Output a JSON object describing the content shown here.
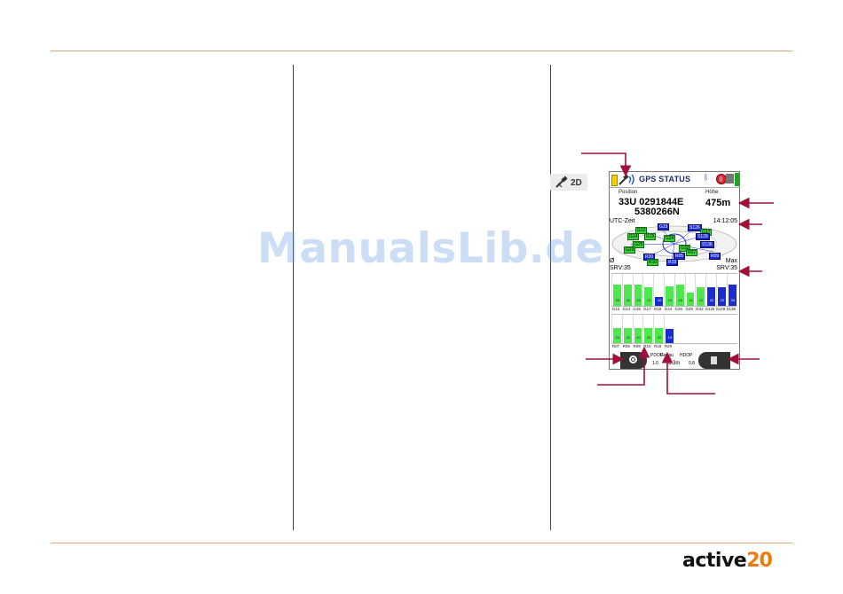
{
  "watermark": "ManualsLib.de",
  "brand": {
    "word": "active",
    "number": "20",
    "accent": "#ee7a10"
  },
  "fix_badge": {
    "label": "2D"
  },
  "device": {
    "title": "GPS STATUS",
    "position_label": "Position",
    "coord_line1": "33U  0291844E",
    "coord_line2": "5380266N",
    "height_label": "Höhe:",
    "height_value": "475m",
    "utc_label": "UTC-Zeit",
    "utc_time": "14:12:05",
    "min_label": "Ø",
    "max_label": "Max",
    "srv_left": "SRV:35",
    "srv_right": "SRV:35",
    "pdop_label": "PDOP",
    "hgen_label": "Genau",
    "hdop_label": "HDOP",
    "pdop_value": "1.0",
    "hgen_value": "3.3m",
    "hdop_value": "0.8"
  },
  "sky_sats": [
    {
      "id": "G1",
      "label": "G12",
      "color": "g"
    },
    {
      "id": "G2",
      "label": "G14",
      "color": "g"
    },
    {
      "id": "G3",
      "label": "G15",
      "color": "g"
    },
    {
      "id": "G4",
      "label": "G17",
      "color": "g"
    },
    {
      "id": "G5",
      "label": "G24",
      "color": "g"
    },
    {
      "id": "G6",
      "label": "G25",
      "color": "g"
    },
    {
      "id": "G7",
      "label": "G29",
      "color": "g"
    },
    {
      "id": "G8",
      "label": "G32",
      "color": "g"
    },
    {
      "id": "G9",
      "label": "R07",
      "color": "g"
    },
    {
      "id": "G10",
      "label": "R05",
      "color": "g"
    },
    {
      "id": "G11",
      "label": "R09",
      "color": "g"
    },
    {
      "id": "G12",
      "label": "R10",
      "color": "g"
    },
    {
      "id": "G13",
      "label": "R19",
      "color": "g"
    },
    {
      "id": "B1",
      "label": "G19",
      "color": "b"
    },
    {
      "id": "B2",
      "label": "S126",
      "color": "b"
    },
    {
      "id": "B3",
      "label": "S129",
      "color": "b"
    },
    {
      "id": "B4",
      "label": "S136",
      "color": "b"
    },
    {
      "id": "B5",
      "label": "R20",
      "color": "b"
    }
  ],
  "chart_data": [
    {
      "type": "bar",
      "categories": [
        "G12",
        "G14",
        "G15",
        "G17",
        "G19",
        "G24",
        "G25",
        "G29",
        "G32",
        "S126",
        "S129",
        "S136"
      ],
      "values": [
        25,
        25,
        25,
        22,
        10,
        23,
        25,
        15,
        22,
        22,
        22,
        25
      ],
      "colors": [
        "g",
        "g",
        "g",
        "g",
        "b",
        "g",
        "g",
        "g",
        "g",
        "b",
        "b",
        "b"
      ],
      "ylim": [
        0,
        35
      ]
    },
    {
      "type": "bar",
      "categories": [
        "R07",
        "R05",
        "R09",
        "R10",
        "R19",
        "R20"
      ],
      "values": [
        20,
        20,
        20,
        20,
        20,
        19
      ],
      "colors": [
        "g",
        "g",
        "g",
        "g",
        "g",
        "b"
      ],
      "ylim": [
        0,
        35
      ]
    }
  ]
}
